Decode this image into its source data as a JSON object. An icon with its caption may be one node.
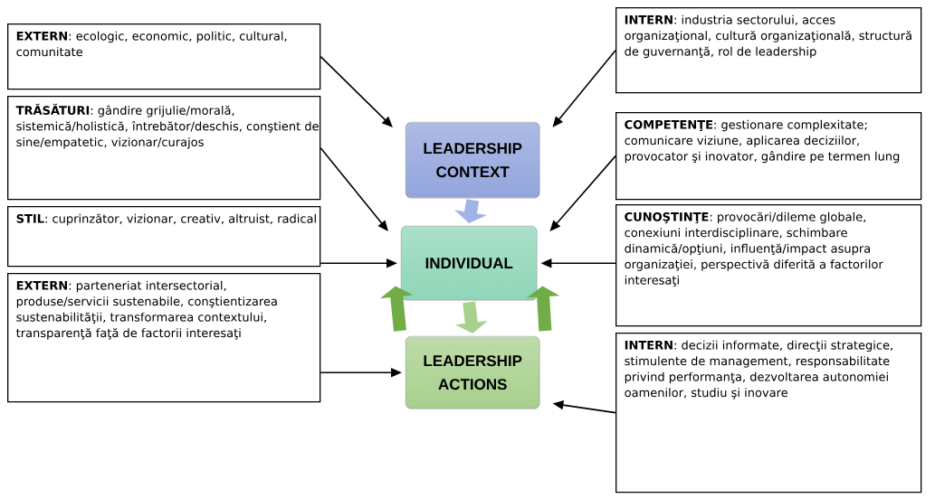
{
  "diagram": {
    "nodes": [
      {
        "text": [
          "**EXTERN**: ecologic, economic, politic, cultural, comunitate"
        ]
      },
      {
        "text": [
          "**INTERN**: industria sectorului, acces organizaţional, cultură organizaţională, structură de guvernanţă, rol de leadership"
        ]
      },
      {
        "text": [
          "LEADERSHIP CONTEXT"
        ]
      },
      {
        "text": [
          "**TRĂSĂTURI**: gândire grijulie/morală, sistemică/holistică, întrebător/deschis, conştient de sine/empatetic, vizionar/curajos"
        ]
      },
      {
        "text": [
          "**COMPETENŢE**: gestionare complexitate; comunicare viziune, aplicarea deciziilor, provocator şi inovator, gândire pe termen lung"
        ]
      },
      {
        "text": [
          "**STIL**: cuprinzător, vizionar, creativ, altruist, radical"
        ]
      },
      {
        "text": [
          "INDIVIDUAL"
        ]
      },
      {
        "text": [
          "**CUNOŞTINŢE**: provocări/dileme globale, conexiuni interdisciplinare, schimbare dinamică/opţiuni, influenţă/impact asupra organizaţiei, perspectivă diferită a factorilor interesaţi"
        ]
      },
      {
        "text": [
          "**EXTERN**: parteneriat intersectorial, produse/servicii sustenabile, conştientizarea sustenabilităţii, transformarea contextului, transparenţă faţă de factorii interesaţi"
        ]
      },
      {
        "text": [
          "LEADERSHIP ACTIONS"
        ]
      },
      {
        "text": [
          "**INTERN**: decizii informate, direcţii strategice, stimulente de management, responsabilitate privind performanţa, dezvoltarea autonomiei oamenilor, studiu şi inovare"
        ]
      }
    ],
    "edges": [
      {
        "from": 0,
        "to": 2,
        "arrow": "to"
      },
      {
        "from": 1,
        "to": 2,
        "arrow": "to"
      },
      {
        "from": 3,
        "to": 6,
        "arrow": "to"
      },
      {
        "from": 4,
        "to": 6,
        "arrow": "to"
      },
      {
        "from": 5,
        "to": 6,
        "arrow": "to"
      },
      {
        "from": 7,
        "to": 6,
        "arrow": "to"
      },
      {
        "from": 8,
        "to": 9,
        "arrow": "to"
      },
      {
        "from": 10,
        "to": 9,
        "arrow": "to"
      },
      {
        "from": 2,
        "to": 6,
        "arrow": "to",
        "style": "thick",
        "color": "#9fb3e6"
      },
      {
        "from": 6,
        "to": 9,
        "arrow": "to",
        "style": "thick",
        "color": "#a9d18e"
      },
      {
        "from": 9,
        "to": 6,
        "arrow": "to",
        "style": "thick",
        "color": "#70ad47"
      },
      {
        "from": 9,
        "to": 6,
        "arrow": "to",
        "style": "thick",
        "color": "#70ad47"
      }
    ]
  }
}
